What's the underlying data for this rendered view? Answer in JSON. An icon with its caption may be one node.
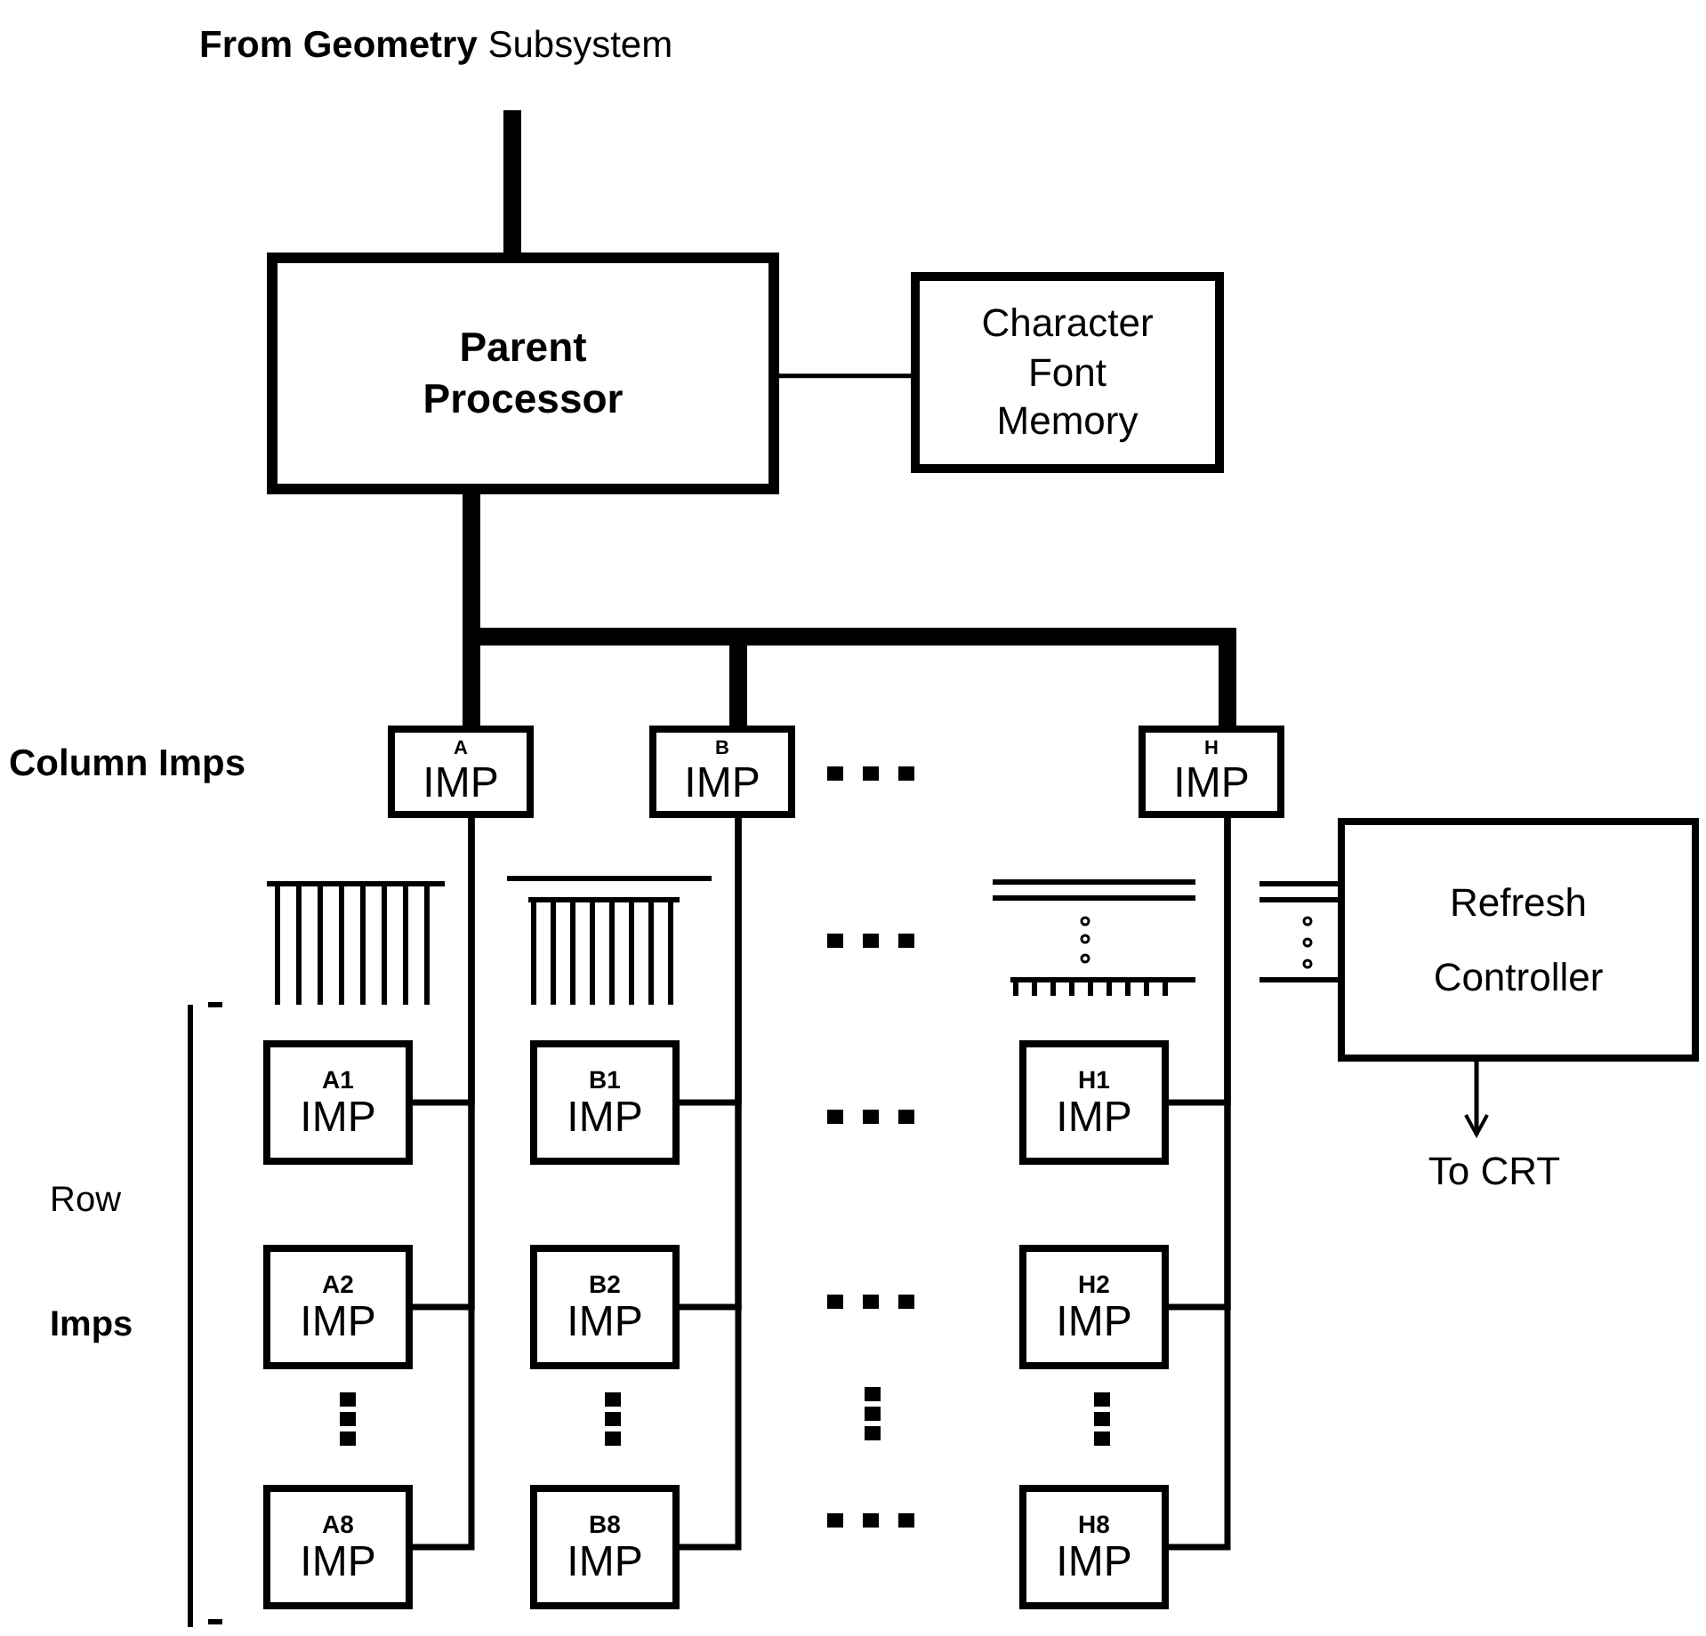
{
  "diagram": {
    "nodes": [
      {
        "text": [
          "**From Geometry** Subsystem"
        ]
      },
      {
        "text": [
          "Parent Processor"
        ]
      },
      {
        "text": [
          "Character Font Memory"
        ]
      },
      {
        "text": [
          "A",
          "IMP"
        ]
      },
      {
        "text": [
          "B",
          "IMP"
        ]
      },
      {
        "text": [
          "H",
          "IMP"
        ]
      },
      {
        "text": [
          "A1",
          "IMP"
        ]
      },
      {
        "text": [
          "A2",
          "IMP"
        ]
      },
      {
        "text": [
          "A8",
          "IMP"
        ]
      },
      {
        "text": [
          "B1",
          "IMP"
        ]
      },
      {
        "text": [
          "B2",
          "IMP"
        ]
      },
      {
        "text": [
          "B8",
          "IMP"
        ]
      },
      {
        "text": [
          "H1",
          "IMP"
        ]
      },
      {
        "text": [
          "H2",
          "IMP"
        ]
      },
      {
        "text": [
          "H8",
          "IMP"
        ]
      },
      {
        "text": [
          "Refresh Controller"
        ]
      },
      {
        "text": [
          "To CRT"
        ]
      }
    ],
    "edges": [
      {
        "from": 0,
        "to": 1,
        "arrow": "none",
        "style": "thick"
      },
      {
        "from": 1,
        "to": 2,
        "arrow": "none"
      },
      {
        "from": 1,
        "to": 3,
        "arrow": "none",
        "style": "thick"
      },
      {
        "from": 1,
        "to": 4,
        "arrow": "none",
        "style": "thick"
      },
      {
        "from": 1,
        "to": 5,
        "arrow": "none",
        "style": "thick"
      },
      {
        "from": 3,
        "to": 6,
        "arrow": "none"
      },
      {
        "from": 3,
        "to": 7,
        "arrow": "none"
      },
      {
        "from": 3,
        "to": 8,
        "arrow": "none"
      },
      {
        "from": 4,
        "to": 9,
        "arrow": "none"
      },
      {
        "from": 4,
        "to": 10,
        "arrow": "none"
      },
      {
        "from": 4,
        "to": 11,
        "arrow": "none"
      },
      {
        "from": 5,
        "to": 12,
        "arrow": "none"
      },
      {
        "from": 5,
        "to": 13,
        "arrow": "none"
      },
      {
        "from": 5,
        "to": 14,
        "arrow": "none"
      },
      {
        "from": 15,
        "to": 16,
        "arrow": "to"
      }
    ],
    "labels": [
      "Column Imps",
      "Row",
      "Imps"
    ]
  }
}
